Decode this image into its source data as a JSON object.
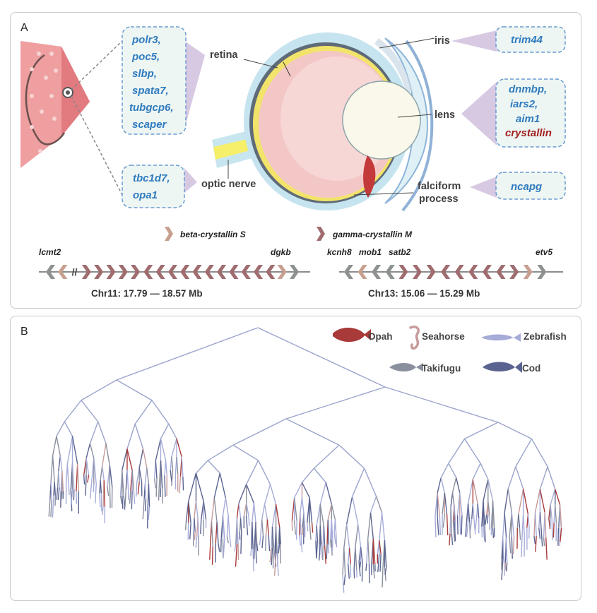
{
  "panels": {
    "a_label": "A",
    "b_label": "B"
  },
  "eye": {
    "structures": {
      "retina": "retina",
      "optic_nerve": "optic nerve",
      "iris": "iris",
      "lens": "lens",
      "falciform_line1": "falciform",
      "falciform_line2": "process"
    },
    "gene_boxes": {
      "retina": [
        "polr3,",
        "poc5,",
        "slbp,",
        "spata7,",
        "tubgcp6,",
        "scaper"
      ],
      "optic_nerve": [
        "tbc1d7,",
        "opa1"
      ],
      "iris": [
        "trim44"
      ],
      "lens": [
        "dnmbp,",
        "iars2,",
        "aim1"
      ],
      "lens_highlight": "crystallin",
      "falciform": [
        "ncapg"
      ]
    }
  },
  "synteny": {
    "legend": {
      "beta": "beta-crystallin S",
      "gamma": "gamma-crystallin M"
    },
    "colors": {
      "beta": "#c8a08f",
      "gamma": "#a06c70",
      "other": "#8d9290"
    },
    "chr11": {
      "genes": {
        "left": "lcmt2",
        "right": "dgkb"
      },
      "coord": "Chr11: 17.79 — 18.57 Mb",
      "arrows": [
        "o",
        "b",
        "//",
        "g",
        "g",
        "g",
        "g",
        "g",
        "g",
        "g",
        "g",
        "g",
        "g",
        "g",
        "g",
        "g",
        "g",
        "g",
        "g",
        "b",
        "o"
      ],
      "dirs": [
        "L",
        "L",
        "",
        "R",
        "R",
        "R",
        "R",
        "R",
        "L",
        "L",
        "L",
        "L",
        "L",
        "L",
        "L",
        "L",
        "L",
        "L",
        "L",
        "R",
        "R"
      ]
    },
    "chr13": {
      "genes": {
        "a": "kcnh8",
        "b": "mob1",
        "c": "satb2",
        "d": "etv5"
      },
      "coord": "Chr13: 15.06  — 15.29 Mb",
      "arrows": [
        "o",
        "b",
        "o",
        "o",
        "g",
        "g",
        "g",
        "g",
        "g",
        "g",
        "g",
        "g",
        "g",
        "b",
        "o"
      ],
      "dirs": [
        "L",
        "L",
        "L",
        "L",
        "R",
        "R",
        "R",
        "L",
        "L",
        "L",
        "L",
        "L",
        "R",
        "R",
        "R"
      ]
    }
  },
  "tree": {
    "species": [
      "Opah",
      "Seahorse",
      "Zebrafish",
      "Takifugu",
      "Cod"
    ],
    "species_colors": {
      "Opah": "#a83a3a",
      "Seahorse": "#c79b9b",
      "Zebrafish": "#a6acd8",
      "Takifugu": "#8a8f9e",
      "Cod": "#5a6390"
    }
  }
}
